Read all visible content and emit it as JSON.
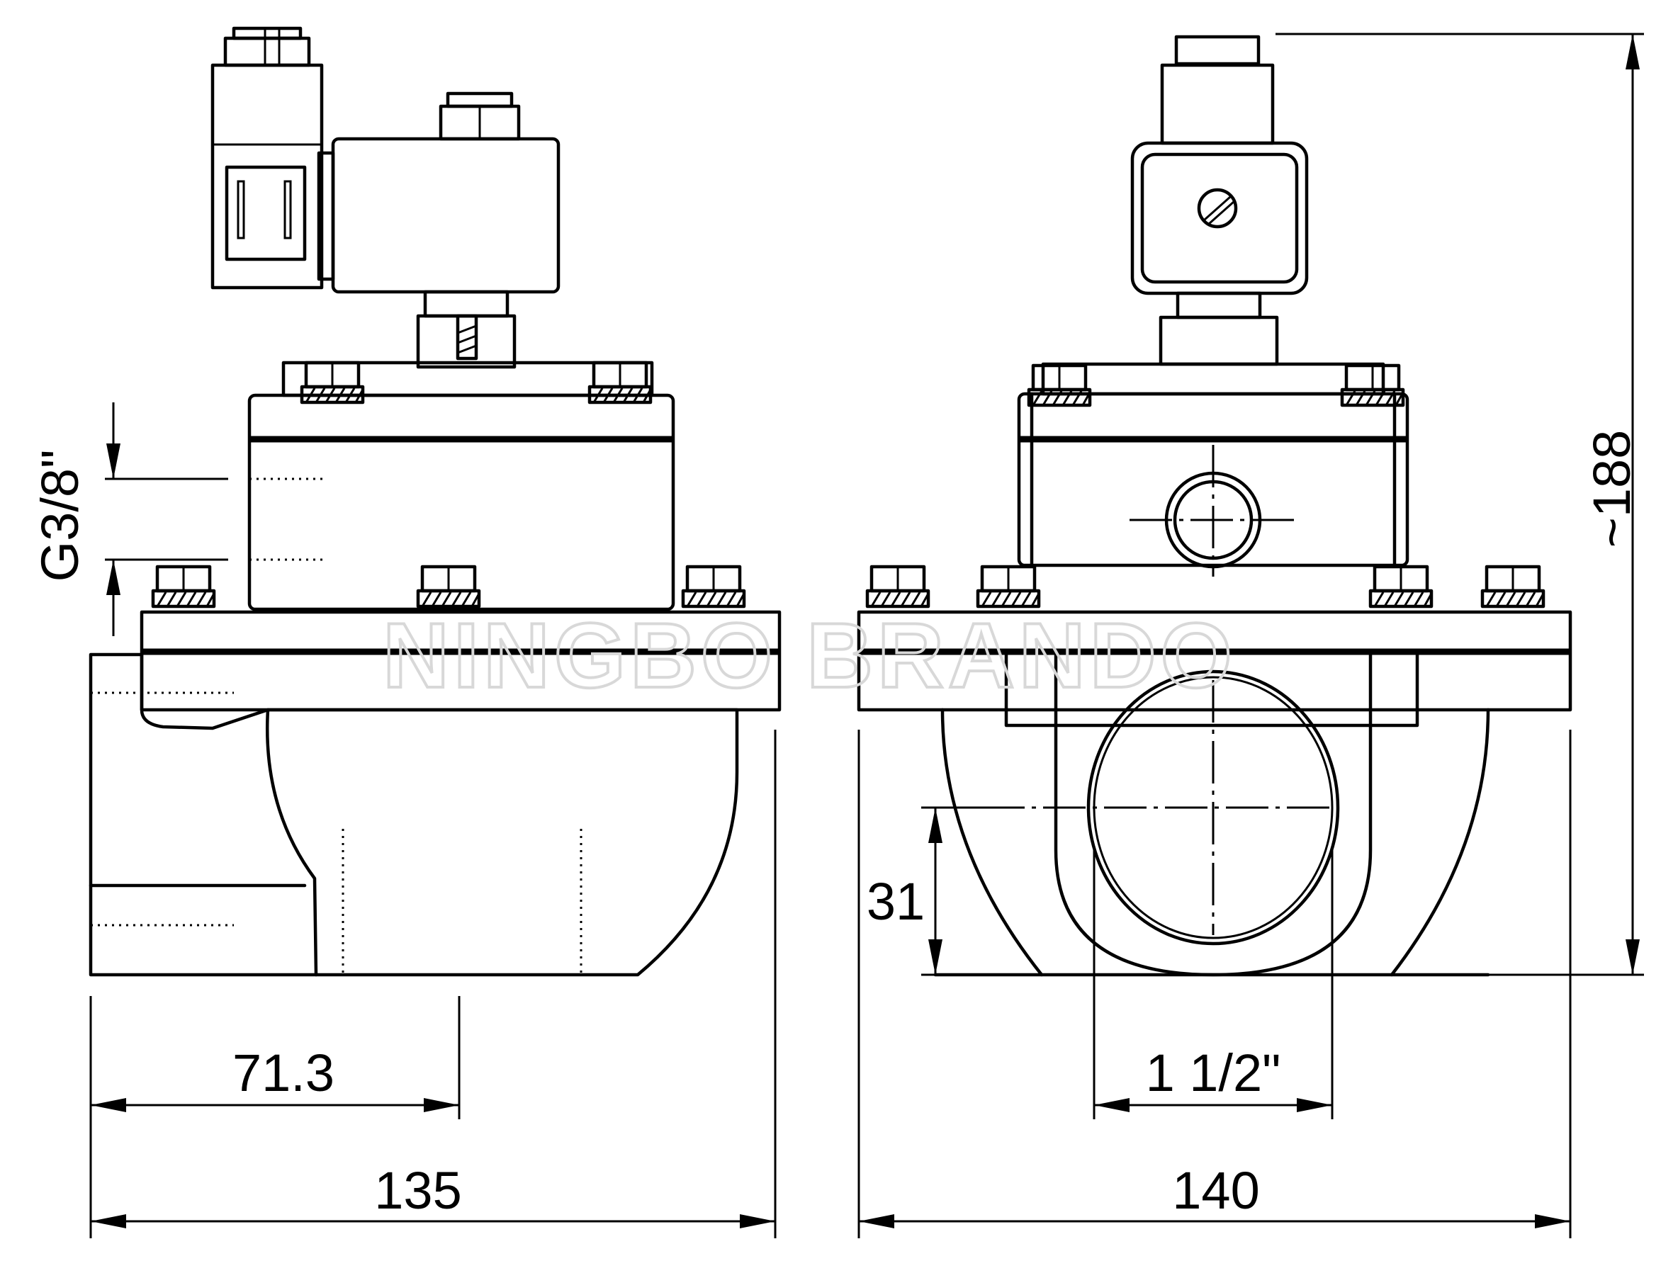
{
  "dimensions": {
    "inlet_length": "71.3",
    "body_length": "135",
    "body_width": "140",
    "port_size": "1 1/2\"",
    "pilot_port": "G3/8\"",
    "outlet_height": "31",
    "total_height": "~188"
  },
  "watermark": "NINGBO BRANDO"
}
